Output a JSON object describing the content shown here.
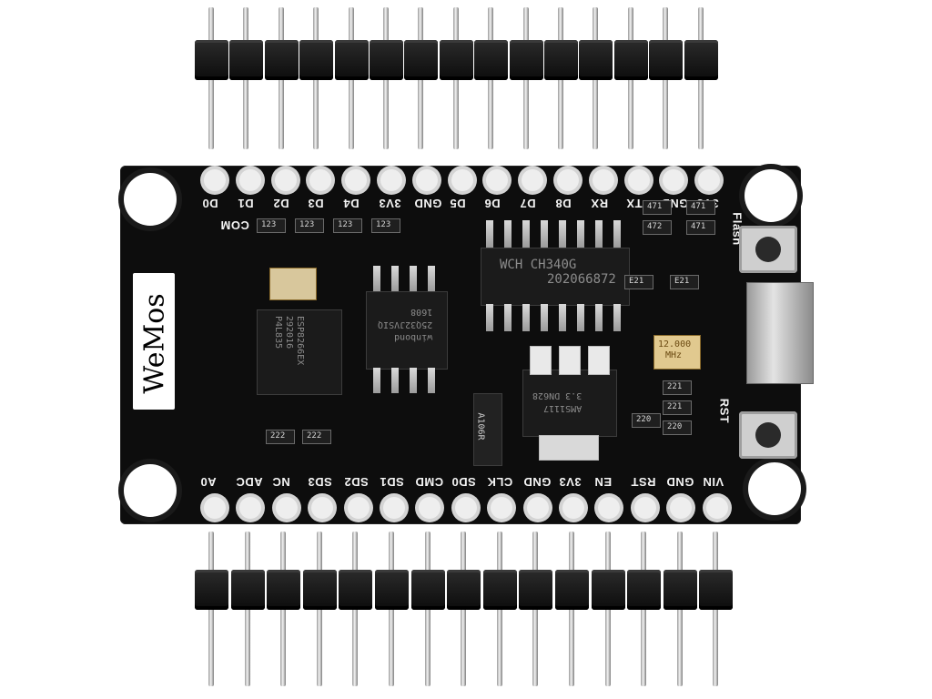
{
  "board": {
    "logo_text": "WeMos",
    "top_pin_labels": [
      "D0",
      "D1",
      "D2",
      "D3",
      "D4",
      "3V3",
      "GND",
      "D5",
      "D6",
      "D7",
      "D8",
      "RX",
      "TX",
      "GND",
      "3V3"
    ],
    "bottom_pin_labels": [
      "A0",
      "ADC",
      "NC",
      "SD3",
      "SD2",
      "SD1",
      "CMD",
      "SD0",
      "CLK",
      "GND",
      "3V3",
      "EN",
      "RST",
      "GND",
      "VIN"
    ],
    "silk_labels": {
      "com": "COM",
      "flash": "Flash",
      "rst": "RST"
    },
    "chips": {
      "esp": [
        "ESP8266EX",
        "292016",
        "P4L835"
      ],
      "flash": [
        "winbond",
        "25Q32JVSIQ",
        "1608"
      ],
      "usb_uart": [
        "WCH",
        "CH340G",
        "202066872"
      ],
      "regulator": [
        "AMS1117",
        "3.3 DN628"
      ],
      "crystal": [
        "12.000",
        "MHz"
      ],
      "diode": "A106R"
    },
    "passive_labels": [
      "123",
      "123",
      "123",
      "123",
      "E21",
      "E21",
      "471",
      "471",
      "472",
      "471",
      "221",
      "221",
      "220",
      "220",
      "222",
      "222"
    ]
  }
}
